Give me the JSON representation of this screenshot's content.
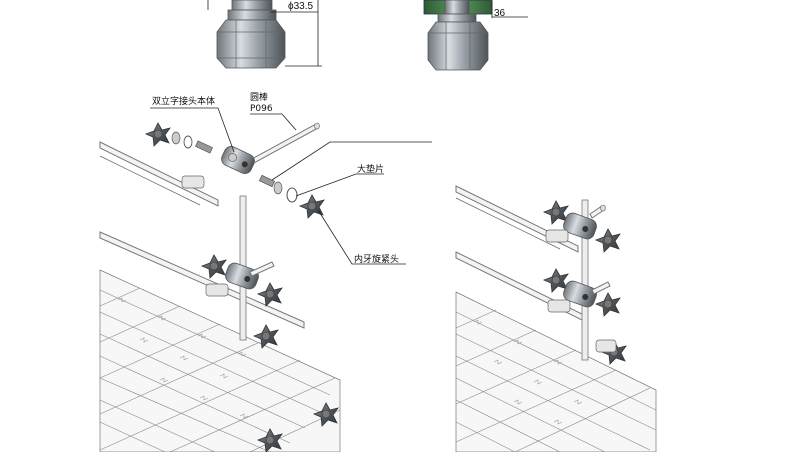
{
  "top_dimensions": {
    "left_diameter": "ϕ33.5",
    "right_height": "36"
  },
  "labels": {
    "body": "双立字接头本体",
    "rod_name": "圆棒",
    "rod_code": "P096",
    "washer": "大垫片",
    "knob": "内牙旋紧头"
  }
}
